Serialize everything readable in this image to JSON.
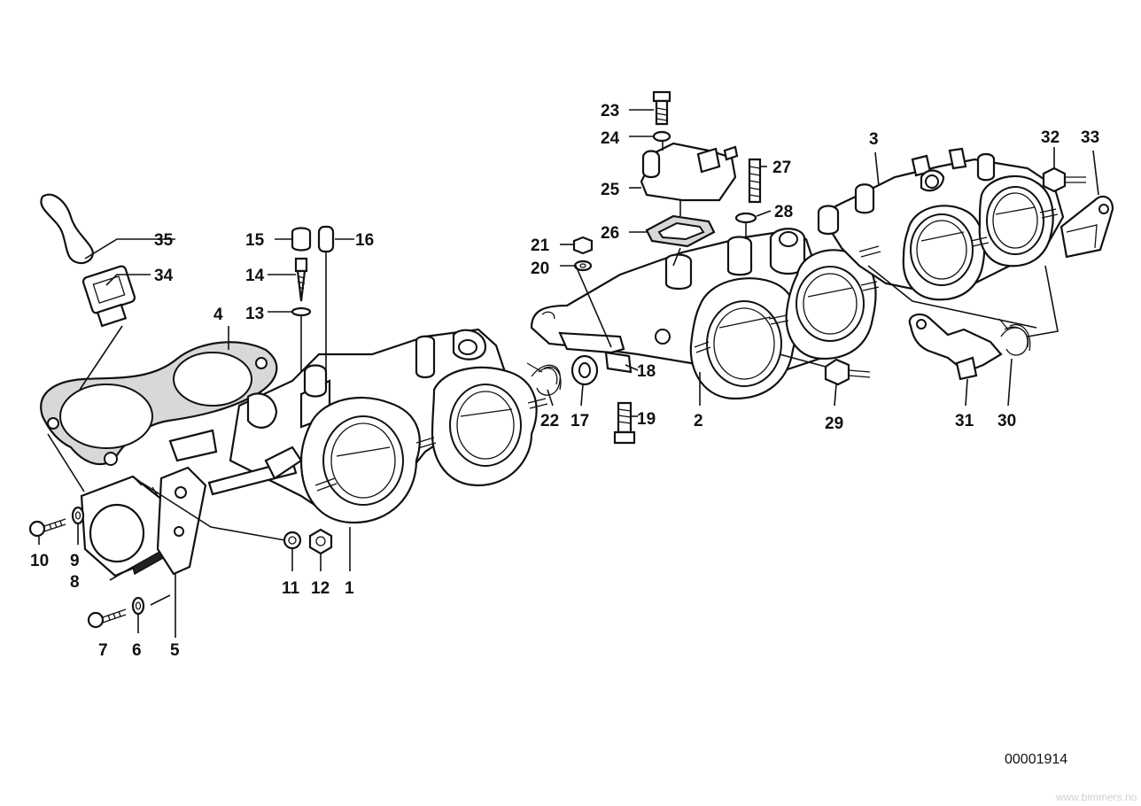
{
  "diagram_number": "00001914",
  "watermark": "www.bimmers.no",
  "callouts": [
    {
      "id": "c1",
      "text": "1"
    },
    {
      "id": "c2",
      "text": "2"
    },
    {
      "id": "c3",
      "text": "3"
    },
    {
      "id": "c4",
      "text": "4"
    },
    {
      "id": "c5",
      "text": "5"
    },
    {
      "id": "c6",
      "text": "6"
    },
    {
      "id": "c7",
      "text": "7"
    },
    {
      "id": "c8",
      "text": "8"
    },
    {
      "id": "c9",
      "text": "9"
    },
    {
      "id": "c10",
      "text": "10"
    },
    {
      "id": "c11",
      "text": "11"
    },
    {
      "id": "c12",
      "text": "12"
    },
    {
      "id": "c13",
      "text": "13"
    },
    {
      "id": "c14",
      "text": "14"
    },
    {
      "id": "c15",
      "text": "15"
    },
    {
      "id": "c16",
      "text": "16"
    },
    {
      "id": "c17",
      "text": "17"
    },
    {
      "id": "c18",
      "text": "18"
    },
    {
      "id": "c19",
      "text": "19"
    },
    {
      "id": "c20",
      "text": "20"
    },
    {
      "id": "c21",
      "text": "21"
    },
    {
      "id": "c22",
      "text": "22"
    },
    {
      "id": "c23",
      "text": "23"
    },
    {
      "id": "c24",
      "text": "24"
    },
    {
      "id": "c25",
      "text": "25"
    },
    {
      "id": "c26",
      "text": "26"
    },
    {
      "id": "c27",
      "text": "27"
    },
    {
      "id": "c28",
      "text": "28"
    },
    {
      "id": "c29",
      "text": "29"
    },
    {
      "id": "c30",
      "text": "30"
    },
    {
      "id": "c31",
      "text": "31"
    },
    {
      "id": "c32",
      "text": "32"
    },
    {
      "id": "c33",
      "text": "33"
    },
    {
      "id": "c34",
      "text": "34"
    },
    {
      "id": "c35",
      "text": "35"
    }
  ]
}
